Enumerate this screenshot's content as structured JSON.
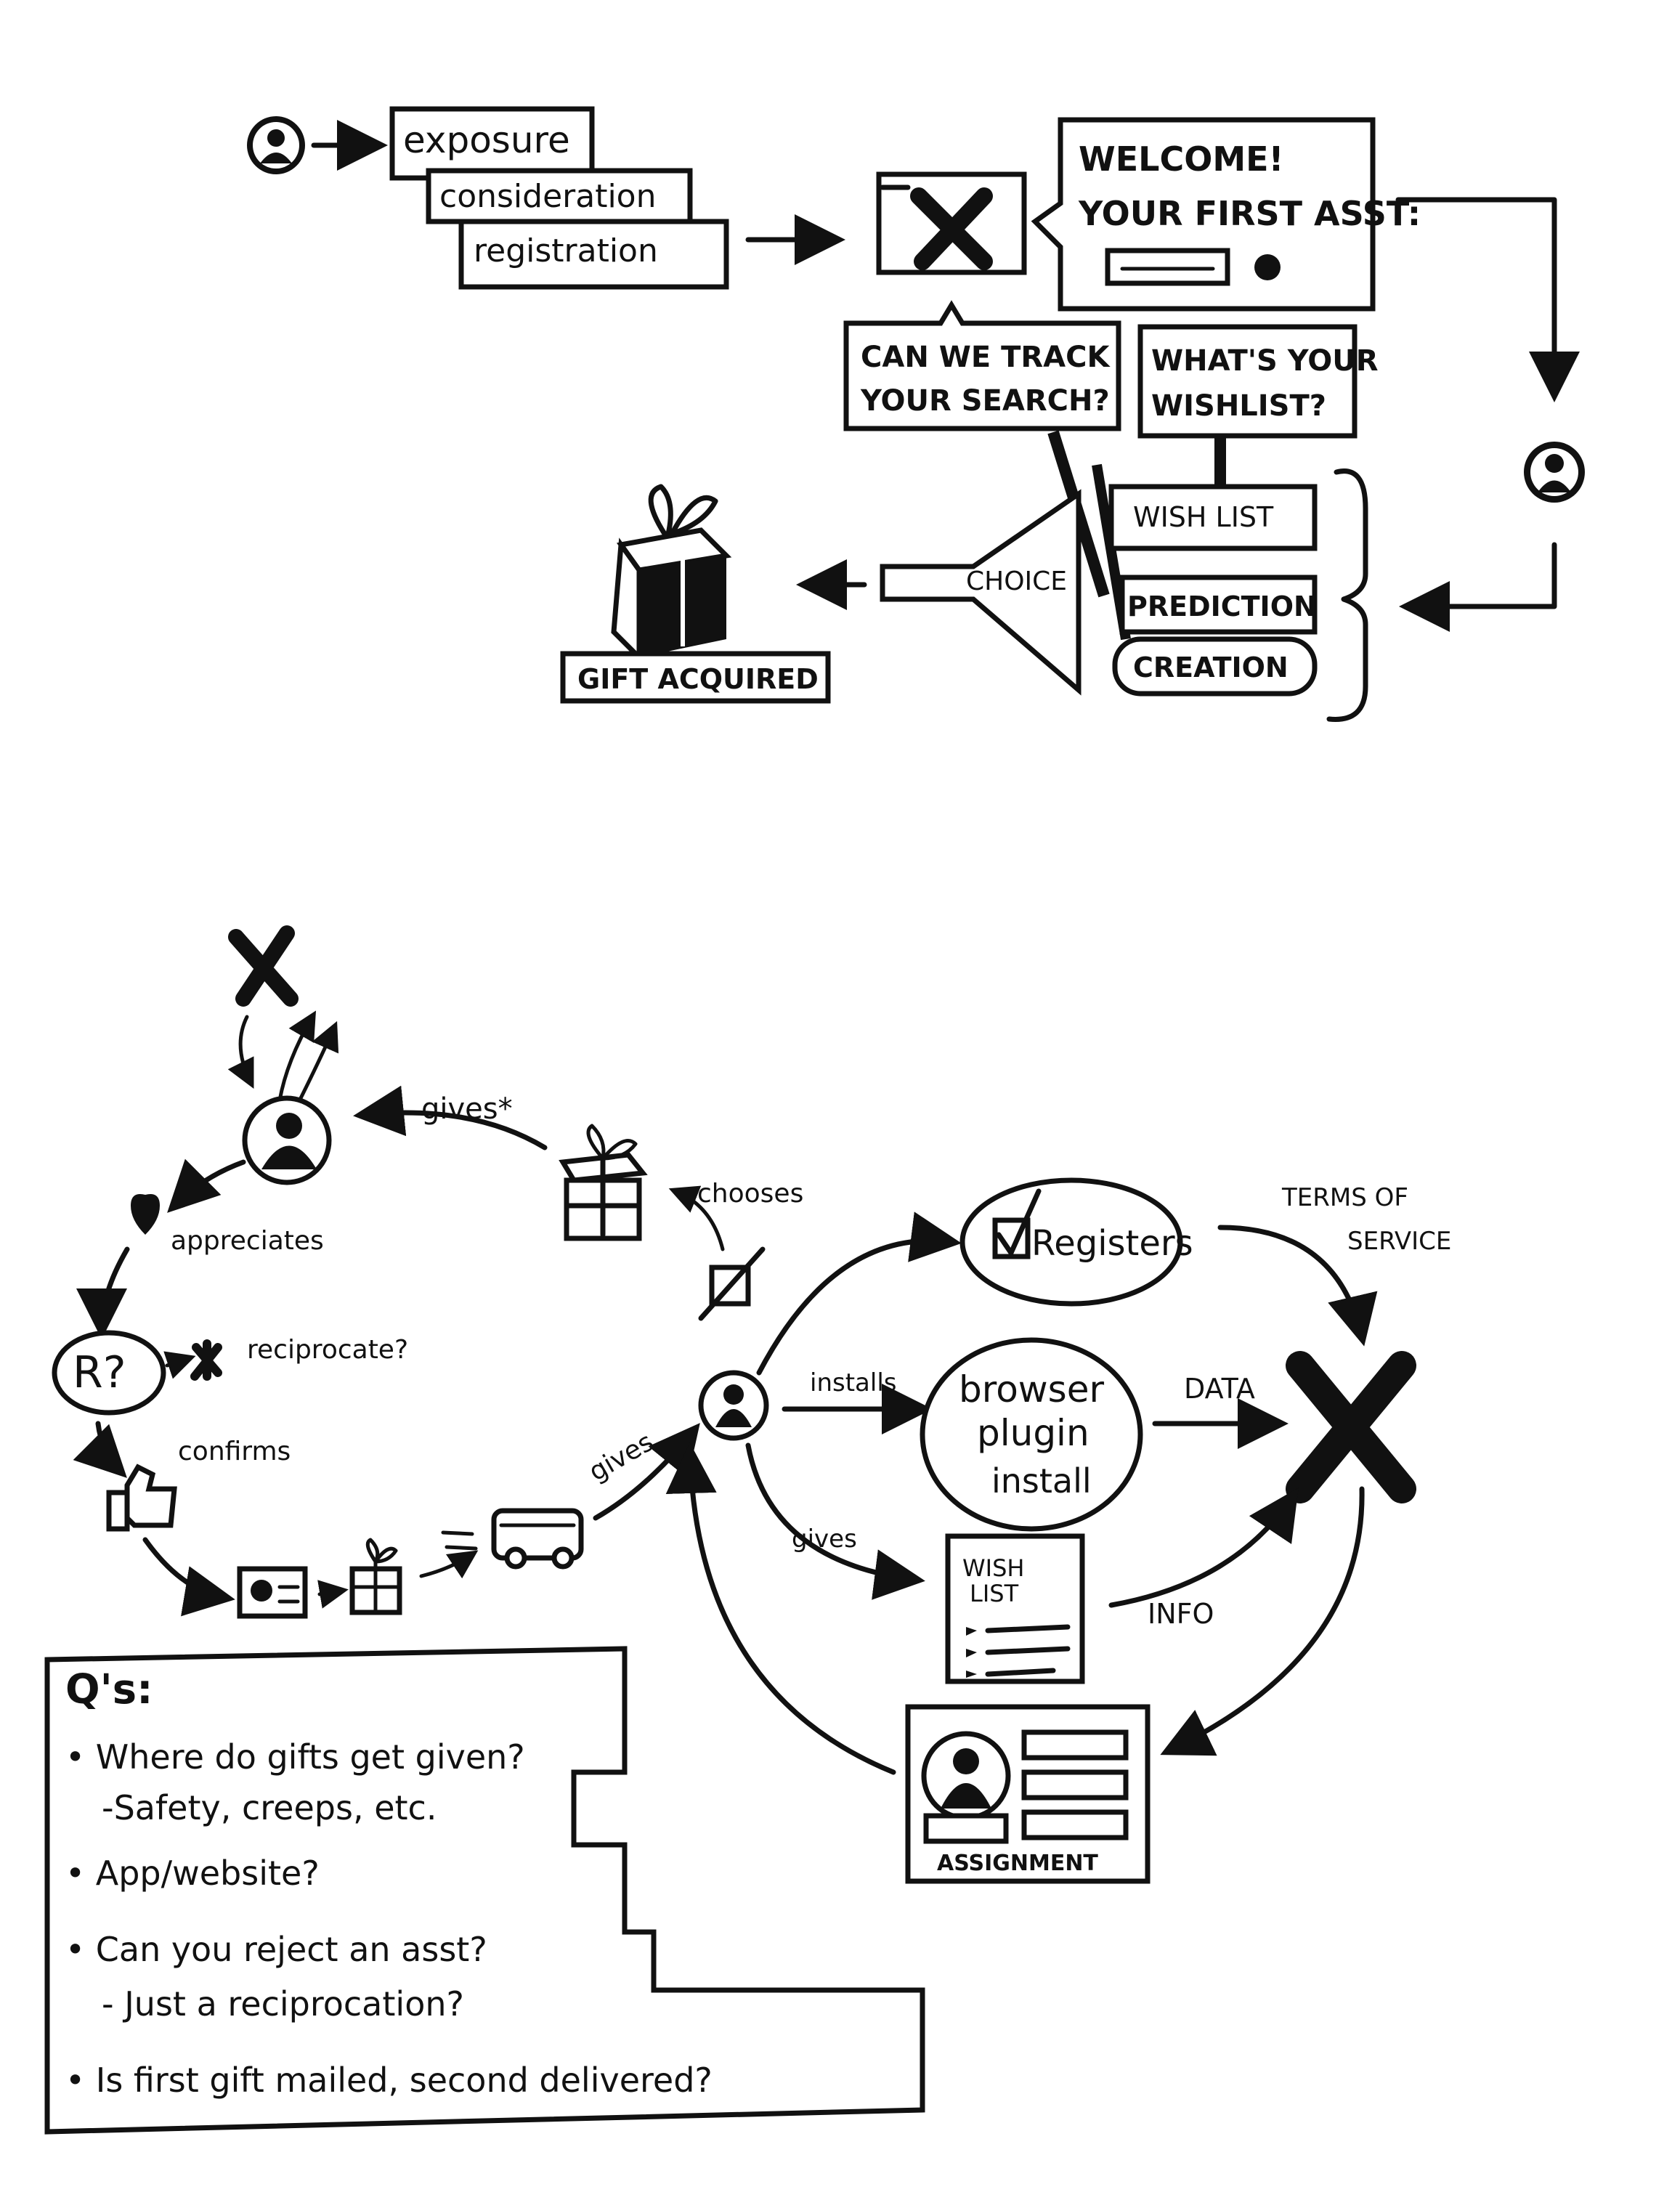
{
  "top_flow": {
    "stages": [
      "exposure",
      "consideration",
      "registration"
    ],
    "welcome_line1": "WELCOME!",
    "welcome_line2": "YOUR FIRST ASST:",
    "track_line1": "CAN WE TRACK",
    "track_line2": "YOUR SEARCH?",
    "wishlist_q_line1": "WHAT'S YOUR",
    "wishlist_q_line2": "WISHLIST?",
    "options": [
      "WISH LIST",
      "PREDICTION",
      "CREATION"
    ],
    "choice": "CHOICE",
    "gift_acquired": "GIFT ACQUIRED"
  },
  "cycle": {
    "gives_star": "gives*",
    "chooses": "chooses",
    "appreciates": "appreciates",
    "r_q": "R?",
    "reciprocate": "reciprocate?",
    "confirms": "confirms",
    "gives_left": "gives",
    "installs": "installs",
    "gives_right": "gives",
    "registers": "Registers",
    "terms_line1": "TERMS OF",
    "terms_line2": "SERVICE",
    "browser_line1": "browser",
    "browser_line2": "plugin",
    "browser_line3": "install",
    "data": "DATA",
    "wish_line1": "WISH",
    "wish_line2": "LIST",
    "info": "INFO",
    "assignment": "ASSIGNMENT"
  },
  "questions": {
    "title": "Q's:",
    "lines": [
      "• Where do gifts get given?",
      "-Safety, creeps, etc.",
      "• App/website?",
      "• Can you reject an asst?",
      "- Just a reciprocation?",
      "• Is first gift mailed, second delivered?"
    ]
  }
}
